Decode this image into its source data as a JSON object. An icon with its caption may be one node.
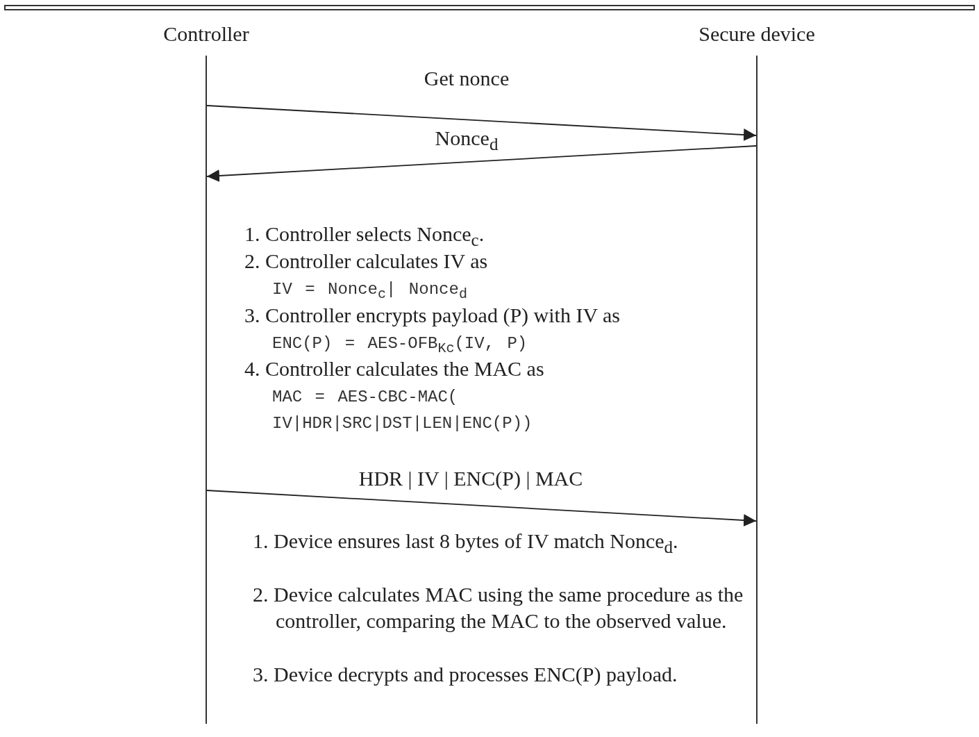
{
  "diagram": {
    "nodes": [
      {
        "text": [
          "Controller"
        ]
      },
      {
        "text": [
          "Secure device"
        ]
      }
    ],
    "edges": [
      {
        "from": 0,
        "to": 1,
        "arrow": "to",
        "label": "Get nonce"
      },
      {
        "from": 1,
        "to": 0,
        "arrow": "to",
        "label": "Nonce$_{d}$"
      },
      {
        "from": 0,
        "to": 1,
        "arrow": "to",
        "label": "HDR | IV | ENC(P) | MAC"
      }
    ],
    "labels": [
      "1. Controller selects Nonce$_{c}$.",
      "2. Controller calculates IV as",
      "IV = Nonce$_{c}$| Nonce$_{d}$",
      "3. Controller encrypts payload (P) with IV as",
      "ENC(P) = AES-OFB$_{Kc}$(IV, P)",
      "4. Controller calculates the MAC as",
      "MAC = AES-CBC-MAC(",
      "IV|HDR|SRC|DST|LEN|ENC(P))",
      "1. Device ensures last 8 bytes of IV match Nonce$_{d}$.",
      "2. Device calculates MAC using the same procedure as the controller, comparing the MAC to the observed value.",
      "3. Device decrypts and processes ENC(P) payload."
    ]
  }
}
